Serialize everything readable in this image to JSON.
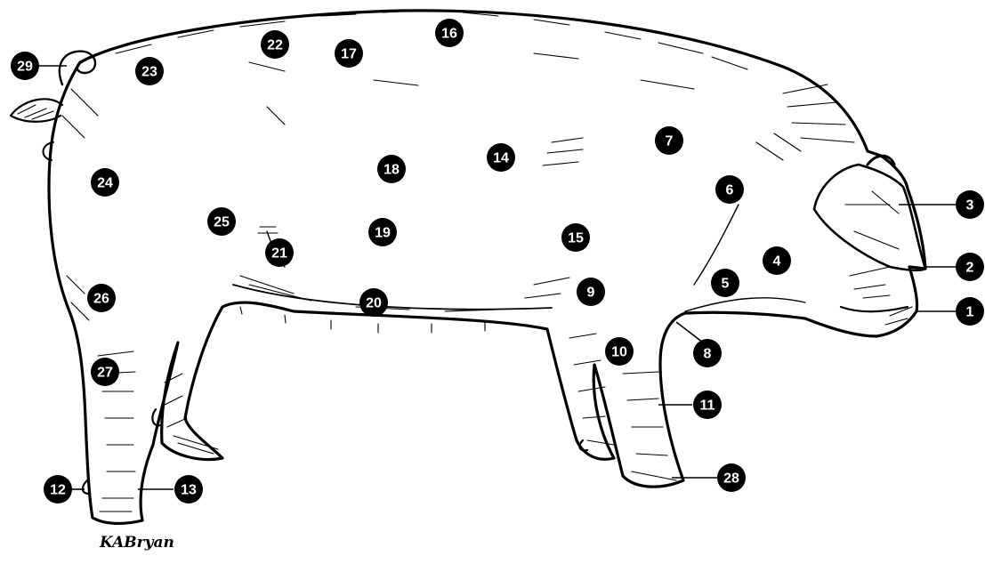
{
  "diagram": {
    "signature": "KABryan",
    "labels": [
      "1",
      "2",
      "3",
      "4",
      "5",
      "6",
      "7",
      "8",
      "9",
      "10",
      "11",
      "12",
      "13",
      "14",
      "15",
      "16",
      "17",
      "18",
      "19",
      "20",
      "21",
      "22",
      "23",
      "24",
      "25",
      "26",
      "27",
      "28",
      "29"
    ]
  }
}
